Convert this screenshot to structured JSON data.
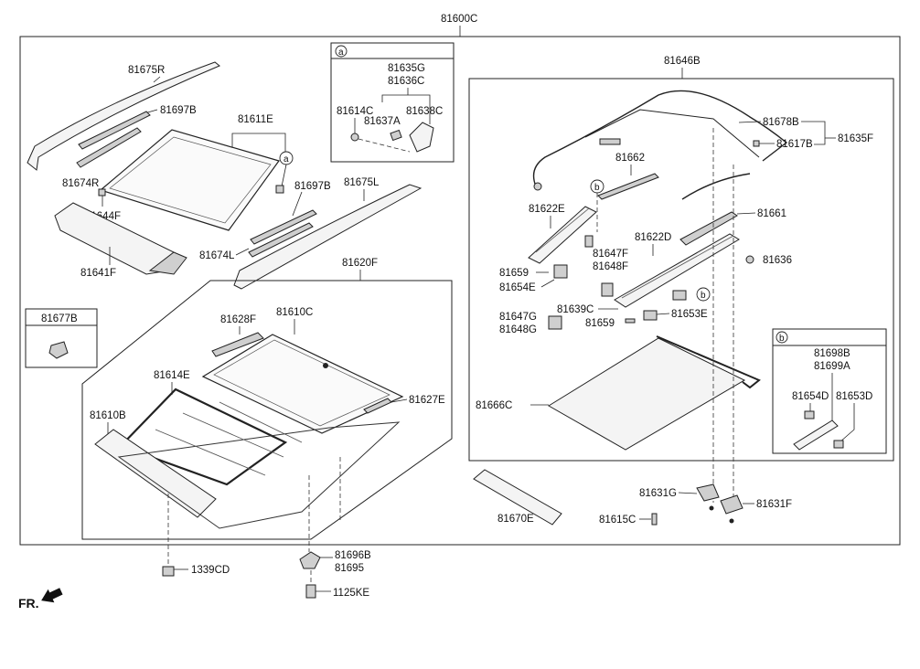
{
  "diagram": {
    "main_assembly": "81600C",
    "front_indicator": "FR.",
    "detail_a": {
      "letter": "a",
      "part_group": "81635G",
      "part_group_2": "81636C",
      "part_left": "81614C",
      "part_mid": "81637A",
      "part_right": "81638C"
    },
    "detail_b": {
      "letter": "b",
      "part_group": "81698B",
      "part_group_2": "81699A",
      "part_left": "81654D",
      "part_right": "81653D"
    },
    "box_81677B": "81677B",
    "subassembly_81620F": "81620F",
    "subassembly_81646B": "81646B",
    "labels": {
      "p81675R": "81675R",
      "p81697B_top": "81697B",
      "p81611E": "81611E",
      "p81674R": "81674R",
      "p81644F": "81644F",
      "p81697B_mid": "81697B",
      "p81675L": "81675L",
      "p81674L": "81674L",
      "p81641F": "81641F",
      "p81628F": "81628F",
      "p81610C": "81610C",
      "p81614E": "81614E",
      "p81627E": "81627E",
      "p81610B": "81610B",
      "p1339CD": "1339CD",
      "p81696B": "81696B",
      "p81695": "81695",
      "p1125KE": "1125KE",
      "p81678B": "81678B",
      "p81617B": "81617B",
      "p81635F": "81635F",
      "p81662": "81662",
      "p81622E": "81622E",
      "p81661": "81661",
      "p81622D": "81622D",
      "p81647F": "81647F",
      "p81648F": "81648F",
      "p81636": "81636",
      "p81659_a": "81659",
      "p81654E": "81654E",
      "p81639C": "81639C",
      "p81647G": "81647G",
      "p81648G": "81648G",
      "p81659_b": "81659",
      "p81653E": "81653E",
      "p81666C": "81666C",
      "p81670E": "81670E",
      "p81631G": "81631G",
      "p81631F": "81631F",
      "p81615C": "81615C",
      "callout_a": "a",
      "callout_b1": "b",
      "callout_b2": "b"
    }
  }
}
